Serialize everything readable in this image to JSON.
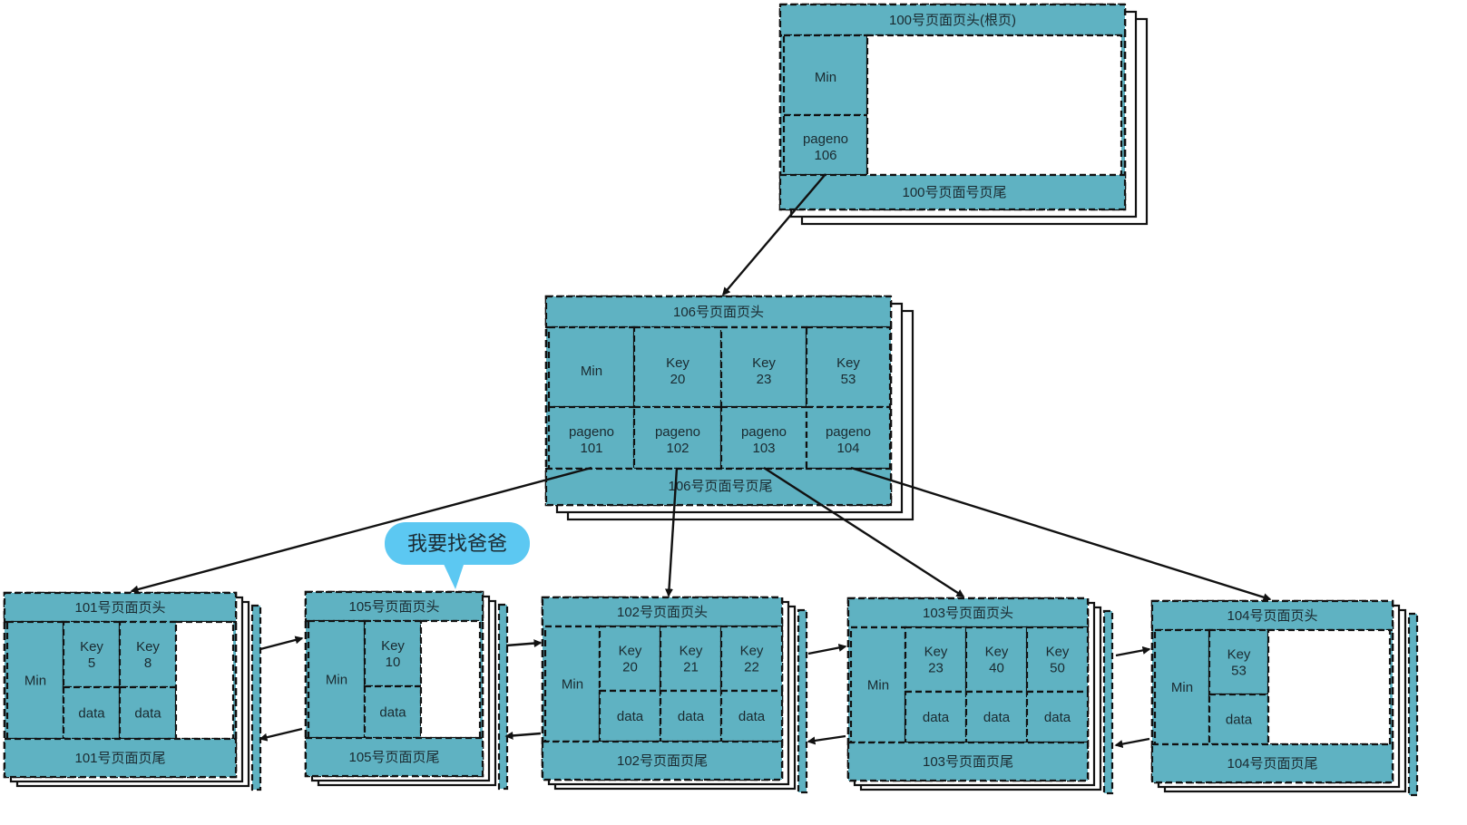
{
  "colors": {
    "cell": "#5fb2c2",
    "border": "#111111",
    "bubble": "#5cc8f2"
  },
  "bubble": {
    "text": "我要找爸爸"
  },
  "pages": {
    "p100": {
      "header": "100号页面页头(根页)",
      "footer": "100号页面号页尾",
      "records": [
        {
          "key": "Min",
          "ptr": "pageno\n106"
        }
      ]
    },
    "p106": {
      "header": "106号页面页头",
      "footer": "106号页面号页尾",
      "records": [
        {
          "key": "Min",
          "ptr": "pageno\n101"
        },
        {
          "key": "Key\n20",
          "ptr": "pageno\n102"
        },
        {
          "key": "Key\n23",
          "ptr": "pageno\n103"
        },
        {
          "key": "Key\n53",
          "ptr": "pageno\n104"
        }
      ]
    },
    "p101": {
      "header": "101号页面页头",
      "footer": "101号页面页尾",
      "min": "Min",
      "records": [
        {
          "key": "Key\n5",
          "ptr": "data"
        },
        {
          "key": "Key\n8",
          "ptr": "data"
        }
      ]
    },
    "p105": {
      "header": "105号页面页头",
      "footer": "105号页面页尾",
      "min": "Min",
      "records": [
        {
          "key": "Key\n10",
          "ptr": "data"
        }
      ]
    },
    "p102": {
      "header": "102号页面页头",
      "footer": "102号页面页尾",
      "min": "Min",
      "records": [
        {
          "key": "Key\n20",
          "ptr": "data"
        },
        {
          "key": "Key\n21",
          "ptr": "data"
        },
        {
          "key": "Key\n22",
          "ptr": "data"
        }
      ]
    },
    "p103": {
      "header": "103号页面页头",
      "footer": "103号页面页尾",
      "min": "Min",
      "records": [
        {
          "key": "Key\n23",
          "ptr": "data"
        },
        {
          "key": "Key\n40",
          "ptr": "data"
        },
        {
          "key": "Key\n50",
          "ptr": "data"
        }
      ]
    },
    "p104": {
      "header": "104号页面页头",
      "footer": "104号页面页尾",
      "min": "Min",
      "records": [
        {
          "key": "Key\n53",
          "ptr": "data"
        }
      ]
    }
  }
}
